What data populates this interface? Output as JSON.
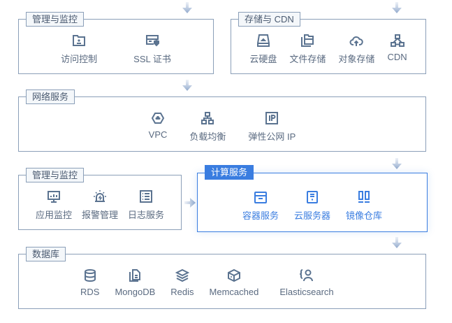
{
  "colors": {
    "border": "#8b9fb8",
    "text": "#5a6a80",
    "icon": "#5b7390",
    "accent": "#3a7de0",
    "arrow": "#a9bcd8"
  },
  "groups": {
    "mgmt_top": {
      "title": "管理与监控",
      "items": [
        {
          "label": "访问控制",
          "icon": "folder-user-icon"
        },
        {
          "label": "SSL 证书",
          "icon": "certificate-icon"
        }
      ]
    },
    "storage": {
      "title": "存储与 CDN",
      "items": [
        {
          "label": "云硬盘",
          "icon": "disk-icon"
        },
        {
          "label": "文件存储",
          "icon": "files-icon"
        },
        {
          "label": "对象存储",
          "icon": "cloud-upload-icon"
        },
        {
          "label": "CDN",
          "icon": "network-tree-icon"
        }
      ]
    },
    "network": {
      "title": "网络服务",
      "items": [
        {
          "label": "VPC",
          "icon": "hexagon-cloud-icon"
        },
        {
          "label": "负载均衡",
          "icon": "load-balancer-icon"
        },
        {
          "label": "弹性公网 IP",
          "icon": "ip-icon"
        }
      ]
    },
    "mgmt_mid": {
      "title": "管理与监控",
      "items": [
        {
          "label": "应用监控",
          "icon": "monitor-chart-icon"
        },
        {
          "label": "报警管理",
          "icon": "alarm-icon"
        },
        {
          "label": "日志服务",
          "icon": "list-icon"
        }
      ]
    },
    "compute": {
      "title": "计算服务",
      "items": [
        {
          "label": "容器服务",
          "icon": "container-icon"
        },
        {
          "label": "云服务器",
          "icon": "server-icon"
        },
        {
          "label": "镜像仓库",
          "icon": "image-repo-icon"
        }
      ]
    },
    "database": {
      "title": "数据库",
      "items": [
        {
          "label": "RDS",
          "icon": "database-icon"
        },
        {
          "label": "MongoDB",
          "icon": "document-icon"
        },
        {
          "label": "Redis",
          "icon": "layers-icon"
        },
        {
          "label": "Memcached",
          "icon": "cube-icon"
        },
        {
          "label": "Elasticsearch",
          "icon": "search-user-icon"
        }
      ]
    }
  }
}
